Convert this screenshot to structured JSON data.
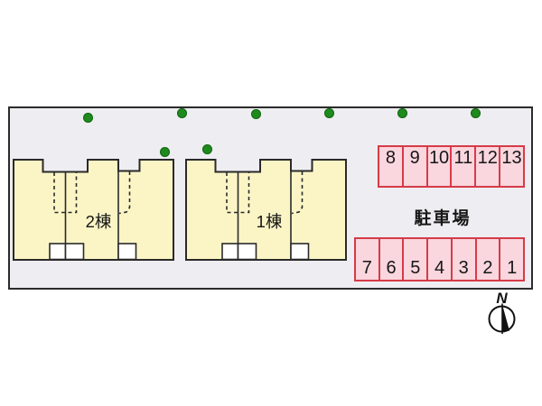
{
  "site_plan": {
    "building_left": {
      "label": "2棟"
    },
    "building_right": {
      "label": "1棟"
    },
    "parking": {
      "label": "駐車場",
      "top_row": [
        "8",
        "9",
        "10",
        "11",
        "12",
        "13"
      ],
      "bottom_row": [
        "7",
        "6",
        "5",
        "4",
        "3",
        "2",
        "1"
      ]
    },
    "compass": {
      "north_label": "N"
    },
    "icons": {
      "tree_dot": "filled-green-circle",
      "compass": "north-needle-in-circle"
    },
    "colors": {
      "site_fill": "#eeedf1",
      "site_border": "#2b2b2b",
      "building_fill": "#fbf5c6",
      "building_border": "#2a2a2a",
      "parking_fill": "#fad6de",
      "parking_border": "#d63b47",
      "tree_green": "#1e8a1e"
    },
    "tree_count": 8
  }
}
